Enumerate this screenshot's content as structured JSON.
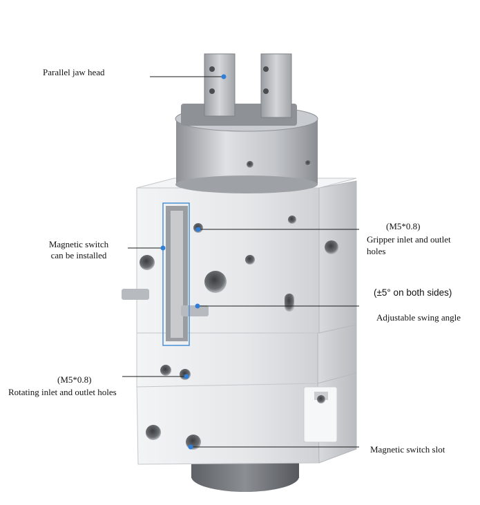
{
  "callouts": {
    "parallel_jaw_head": "Parallel jaw head",
    "magnetic_switch_line1": "Magnetic switch",
    "magnetic_switch_line2": "can be installed",
    "gripper_spec": "(M5*0.8)",
    "gripper_line1": "Gripper inlet and outlet",
    "gripper_line2": "holes",
    "swing_range": "(±5° on both sides)",
    "swing_label": "Adjustable swing angle",
    "rotating_spec": "(M5*0.8)",
    "rotating_label": "Rotating inlet and outlet holes",
    "magnetic_slot": "Magnetic switch slot"
  },
  "colors": {
    "leader_line": "#1a1a1a",
    "callout_dot": "#2f7fd8",
    "highlight_box": "#4a8fd6",
    "body_light": "#e9eaec",
    "body_mid": "#d2d4d7",
    "body_dark": "#a9acb1"
  }
}
